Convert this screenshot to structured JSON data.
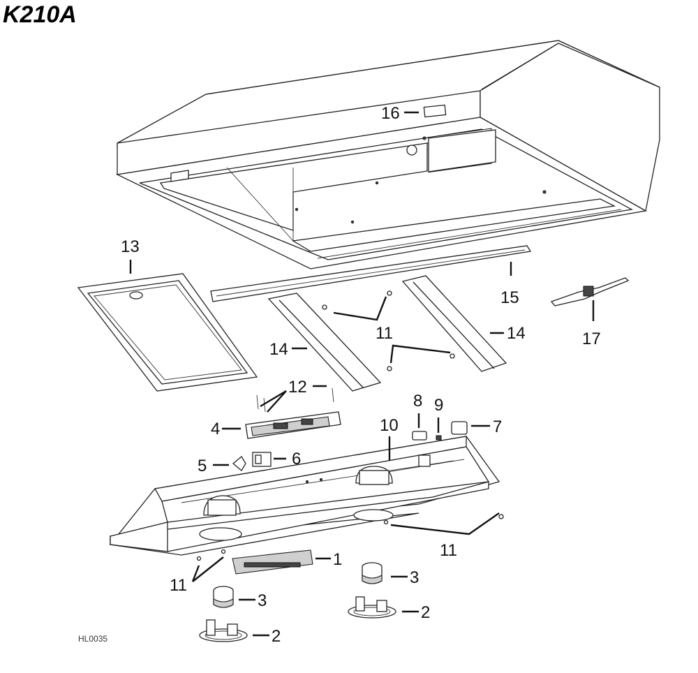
{
  "title": "K210A",
  "diagram_code": "HL0035",
  "callouts": {
    "c1": "1",
    "c2a": "2",
    "c2b": "2",
    "c3a": "3",
    "c3b": "3",
    "c4": "4",
    "c5": "5",
    "c6": "6",
    "c7": "7",
    "c8": "8",
    "c9": "9",
    "c10": "10",
    "c11a": "11",
    "c11b": "11",
    "c11c": "11",
    "c12": "12",
    "c13": "13",
    "c14a": "14",
    "c14b": "14",
    "c15": "15",
    "c16": "16",
    "c17": "17"
  }
}
